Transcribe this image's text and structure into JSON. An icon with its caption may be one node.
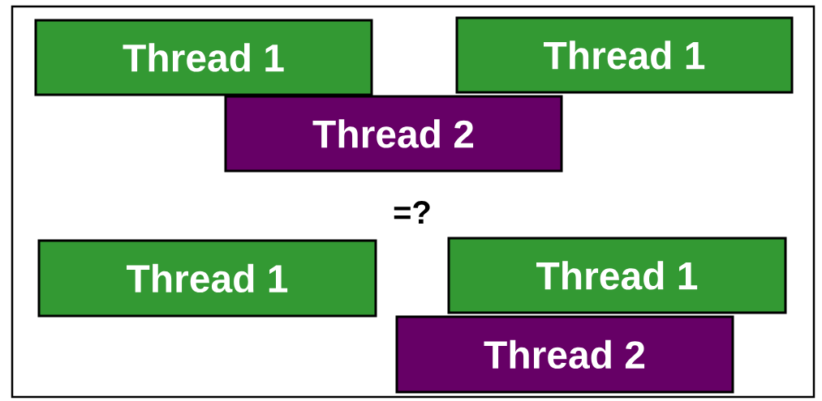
{
  "diagram": {
    "nodes": [
      {
        "text": [
          "Thread 1"
        ]
      },
      {
        "text": [
          "Thread 1"
        ]
      },
      {
        "text": [
          "Thread 2"
        ]
      },
      {
        "text": [
          "Thread 1"
        ]
      },
      {
        "text": [
          "Thread 1"
        ]
      },
      {
        "text": [
          "Thread 2"
        ]
      }
    ],
    "labels": [
      "=?"
    ]
  }
}
